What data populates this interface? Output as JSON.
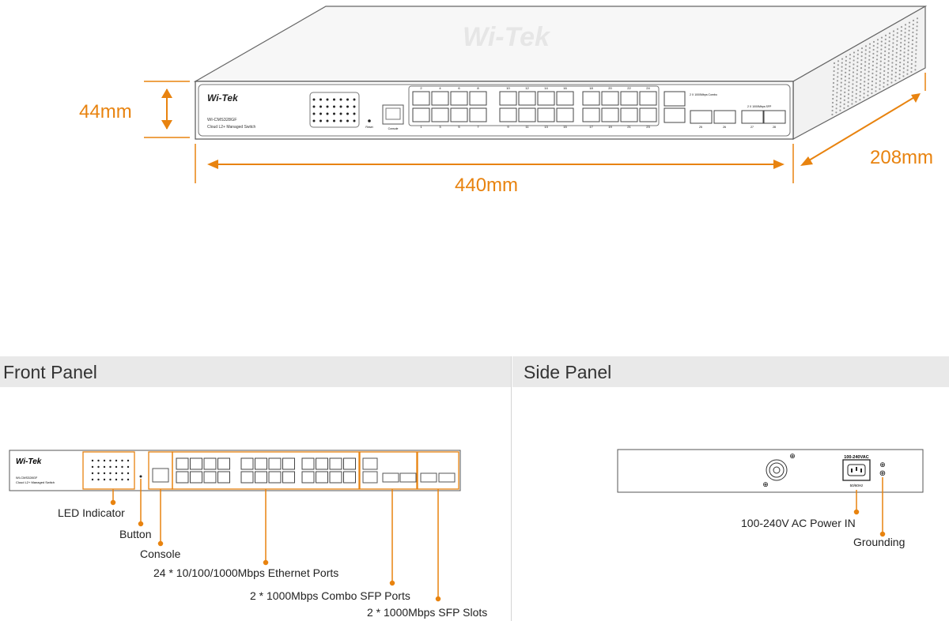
{
  "device": {
    "brand": "Wi-Tek",
    "model": "WI-CMS328GF",
    "description": "Cloud L2+ Managed Switch",
    "console_label": "Console",
    "reset_label": "Reset",
    "port_numbers_top": [
      "2",
      "4",
      "6",
      "8",
      "10",
      "12",
      "14",
      "16",
      "18",
      "20",
      "22",
      "24"
    ],
    "port_numbers_bottom": [
      "1",
      "3",
      "5",
      "7",
      "9",
      "11",
      "13",
      "15",
      "17",
      "19",
      "21",
      "23"
    ],
    "combo_label": "2 X 1000Mbps Combo",
    "sfp_label": "2 X 1000Mbps SFP",
    "combo_ports": [
      "25",
      "26"
    ],
    "sfp_ports": [
      "27",
      "28"
    ]
  },
  "dimensions": {
    "height": "44mm",
    "width": "440mm",
    "depth": "208mm"
  },
  "colors": {
    "accent": "#e8830f",
    "header_bg": "#e9e9e9",
    "outline": "#555555"
  },
  "sections": {
    "front": "Front Panel",
    "side": "Side Panel"
  },
  "front_callouts": [
    "LED Indicator",
    "Button",
    "Console",
    "24 * 10/100/1000Mbps Ethernet Ports",
    "2 * 1000Mbps Combo SFP Ports",
    "2 * 1000Mbps SFP Slots"
  ],
  "side_panel": {
    "power_rating": "100-240VAC",
    "frequency": "50/60Hz",
    "callouts": [
      "100-240V AC Power IN",
      "Grounding"
    ]
  }
}
